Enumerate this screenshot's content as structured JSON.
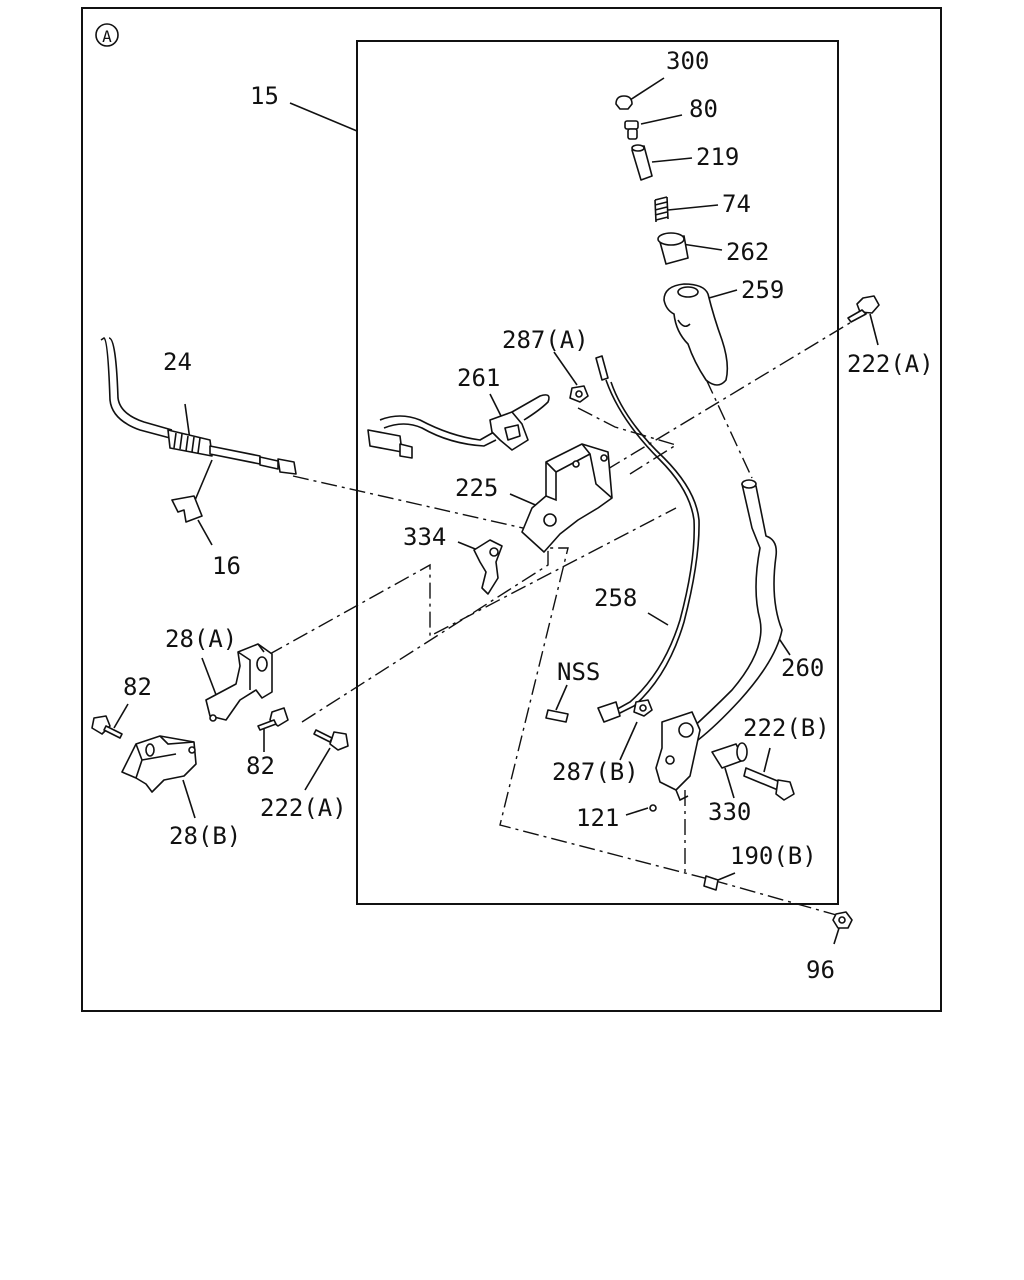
{
  "figure": {
    "view_marker": "A",
    "labels": {
      "l15": "15",
      "l300": "300",
      "l80": "80",
      "l219": "219",
      "l74": "74",
      "l262": "262",
      "l259": "259",
      "l222a_top": "222(A)",
      "l24": "24",
      "l287a": "287(A)",
      "l261": "261",
      "l225": "225",
      "l16": "16",
      "l334": "334",
      "l258": "258",
      "l28a": "28(A)",
      "l82_left": "82",
      "l82_mid": "82",
      "lnss": "NSS",
      "l260": "260",
      "l222b": "222(B)",
      "l287b": "287(B)",
      "l330": "330",
      "l222a_bottom": "222(A)",
      "l28b": "28(B)",
      "l121": "121",
      "l190b": "190(B)",
      "l96": "96"
    }
  }
}
